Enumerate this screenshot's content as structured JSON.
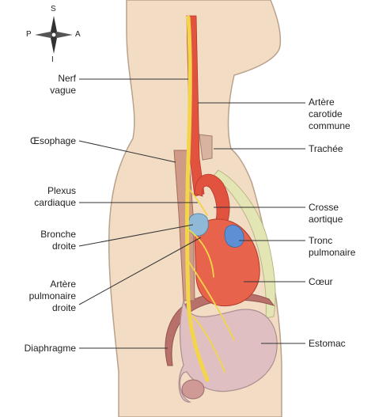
{
  "compass": {
    "north": "S",
    "west": "P",
    "east": "A",
    "south": "I"
  },
  "labels_left": {
    "nerf_vague": "Nerf\nvague",
    "oesophage": "Œsophage",
    "plexus_cardiaque": "Plexus\ncardiaque",
    "bronche_droite": "Bronche\ndroite",
    "artere_pulmonaire_droite": "Artère\npulmonaire\ndroite",
    "diaphragme": "Diaphragme"
  },
  "labels_right": {
    "artere_carotide": "Artère\ncarotide\ncommune",
    "trachee": "Trachée",
    "crosse_aortique": "Crosse\naortique",
    "tronc_pulmonaire": "Tronc\npulmonaire",
    "coeur": "Cœur",
    "estomac": "Estomac"
  },
  "colors": {
    "skin": "#f2dcc4",
    "skin_outline": "#b9a28c",
    "nerve": "#f2d54a",
    "artery": "#e2533f",
    "heart": "#e8634c",
    "stomach": "#dfbfc2",
    "esophagus": "#cf9a86",
    "diaphragm": "#b8706a",
    "sternum": "#e3e6b4",
    "bronchi": "#8fb9d6",
    "pulmonary": "#5d8fd4"
  }
}
